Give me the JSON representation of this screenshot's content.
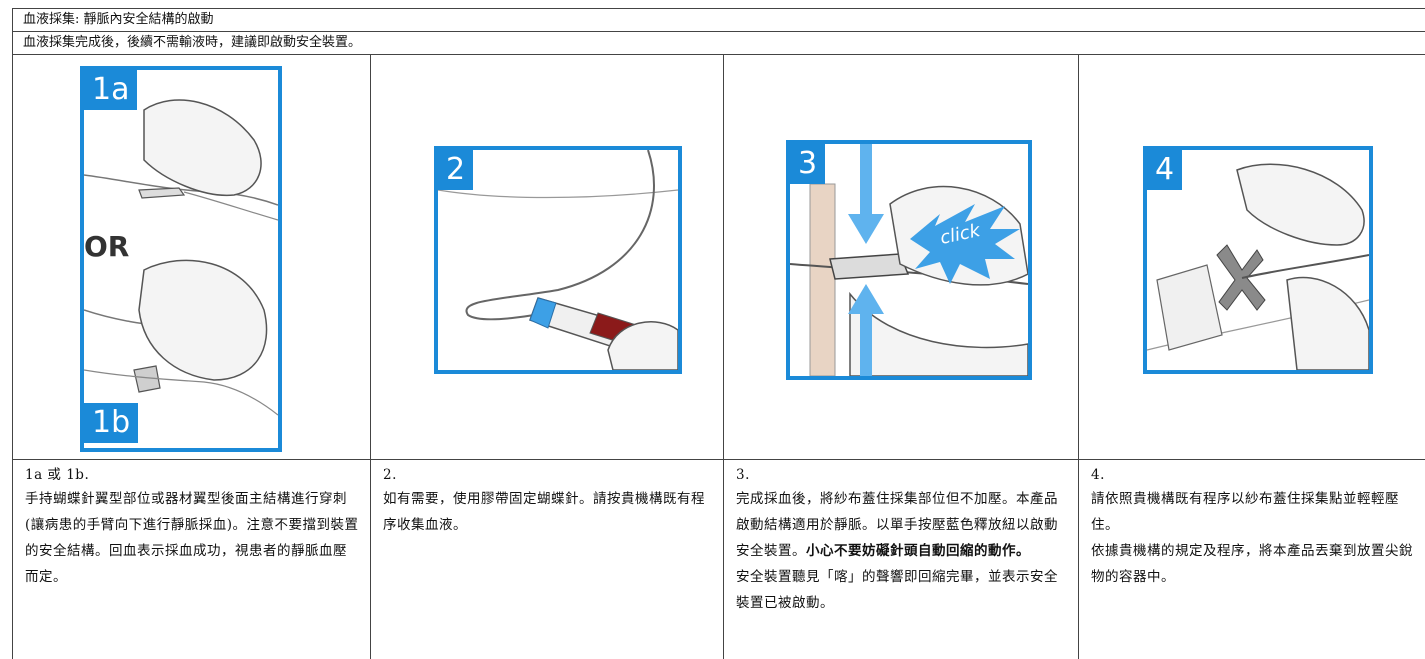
{
  "header": {
    "title": "血液採集: 靜脈內安全結構的啟動",
    "subtitle": "血液採集完成後，後續不需輸液時，建議即啟動安全裝置。"
  },
  "steps": [
    {
      "tags": [
        "1a",
        "1b"
      ],
      "or_label": "OR",
      "number": "1a 或 1b.",
      "text": "手持蝴蝶針翼型部位或器材翼型後面主結構進行穿刺(讓病患的手臂向下進行靜脈採血)。注意不要擋到裝置的安全結構。回血表示採血成功，視患者的靜脈血壓而定。"
    },
    {
      "tags": [
        "2"
      ],
      "number": "2.",
      "text": "如有需要，使用膠帶固定蝴蝶針。請按貴機構既有程序收集血液。"
    },
    {
      "tags": [
        "3"
      ],
      "click_label": "click",
      "number": "3.",
      "text_a": "完成採血後，將紗布蓋住採集部位但不加壓。本產品啟動結構適用於靜脈。以單手按壓藍色釋放紐以啟動安全裝置。",
      "text_bold": "小心不要妨礙針頭自動回縮的動作。",
      "text_b": "安全裝置聽見「喀」的聲響即回縮完畢，並表示安全裝置已被啟動。"
    },
    {
      "tags": [
        "4"
      ],
      "number": "4.",
      "text_a": "請依照貴機構既有程序以紗布蓋住採集點並輕輕壓住。",
      "text_b": "依據貴機構的規定及程序，將本產品丟棄到放置尖銳物的容器中。"
    }
  ],
  "colors": {
    "accent": "#1b8ad8",
    "border": "#444444"
  }
}
